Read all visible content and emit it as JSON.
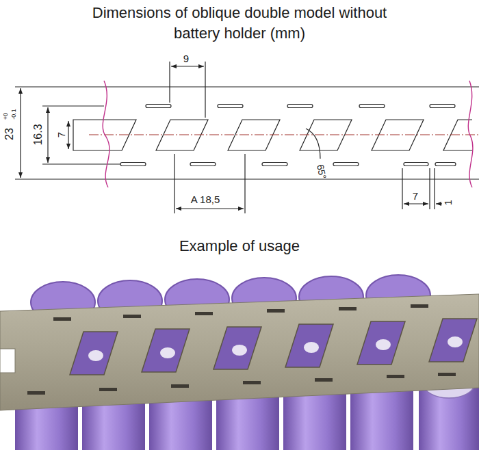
{
  "diagram": {
    "title": "Dimensions of oblique double model without battery holder (mm)",
    "caption": "Example of usage",
    "labels": [
      "9",
      "23",
      "+0",
      "-0.1",
      "16.3",
      "7",
      "65°",
      "A 18,5",
      "7",
      "1"
    ]
  }
}
